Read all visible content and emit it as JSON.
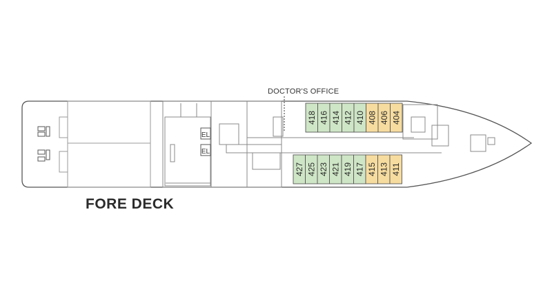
{
  "deck": {
    "title": "FORE DECK"
  },
  "callouts": {
    "doctors_office": "DOCTOR'S OFFICE"
  },
  "colors": {
    "cabin_green": "#cfe6c6",
    "cabin_orange": "#f6dc9f",
    "outline": "#555555",
    "wall": "#9a9a9a"
  },
  "elevators": [
    "EL",
    "EL"
  ],
  "cabins_upper": [
    {
      "number": "418",
      "category": "green"
    },
    {
      "number": "416",
      "category": "green"
    },
    {
      "number": "414",
      "category": "green"
    },
    {
      "number": "412",
      "category": "green"
    },
    {
      "number": "410",
      "category": "green"
    },
    {
      "number": "408",
      "category": "orange"
    },
    {
      "number": "406",
      "category": "orange"
    },
    {
      "number": "404",
      "category": "orange"
    }
  ],
  "cabins_lower": [
    {
      "number": "427",
      "category": "green"
    },
    {
      "number": "425",
      "category": "green"
    },
    {
      "number": "423",
      "category": "green"
    },
    {
      "number": "421",
      "category": "green"
    },
    {
      "number": "419",
      "category": "green"
    },
    {
      "number": "417",
      "category": "green"
    },
    {
      "number": "415",
      "category": "orange"
    },
    {
      "number": "413",
      "category": "orange"
    },
    {
      "number": "411",
      "category": "orange"
    }
  ]
}
